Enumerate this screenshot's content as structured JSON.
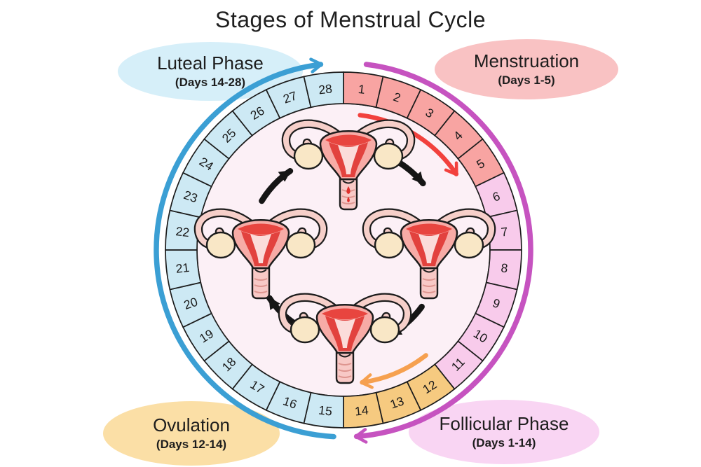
{
  "title": "Stages of Menstrual Cycle",
  "diagram": {
    "type": "cycle-ring",
    "total_days": 28,
    "day_numbers": [
      1,
      2,
      3,
      4,
      5,
      6,
      7,
      8,
      9,
      10,
      11,
      12,
      13,
      14,
      15,
      16,
      17,
      18,
      19,
      20,
      21,
      22,
      23,
      24,
      25,
      26,
      27,
      28
    ],
    "phases": [
      {
        "name": "Luteal Phase",
        "days": "(Days 14-28)",
        "day_range": [
          15,
          28
        ],
        "bubble_color": "#D6EFF9",
        "segment_color": "#CDE9F4",
        "arc_color": "#3B9FD4"
      },
      {
        "name": "Menstruation",
        "days": "(Days 1-5)",
        "day_range": [
          1,
          5
        ],
        "bubble_color": "#F9C2C3",
        "segment_color": "#F8A4A2",
        "arc_color": "#F2413D"
      },
      {
        "name": "Ovulation",
        "days": "(Days 12-14)",
        "day_range": [
          12,
          14
        ],
        "bubble_color": "#FBDFA6",
        "segment_color": "#F6CA80",
        "arc_color": "#F6A04F"
      },
      {
        "name": "Follicular Phase",
        "days": "(Days 1-14)",
        "day_range": [
          6,
          11
        ],
        "bubble_color": "#F9D5F3",
        "segment_color": "#F8CBEB",
        "arc_color": "#C653C0"
      }
    ],
    "inner_circle_color": "#FCF0F6",
    "outline_color": "#1c1c1c",
    "black_arrow_color": "#151515",
    "number_color": "#1a1a1a",
    "illustration": {
      "subject": "uterus",
      "count": 4,
      "colors": {
        "tube": "#F6CFC9",
        "ovary": "#F9E7C6",
        "body": "#F7ABA6",
        "fundus_band": "#E8453F",
        "lining": "#E2423E",
        "cavity": "#FBDCDA",
        "cervix": "#F8C9C6",
        "ribs": "#DE958F",
        "blood_drop": "#E0302C"
      }
    }
  }
}
